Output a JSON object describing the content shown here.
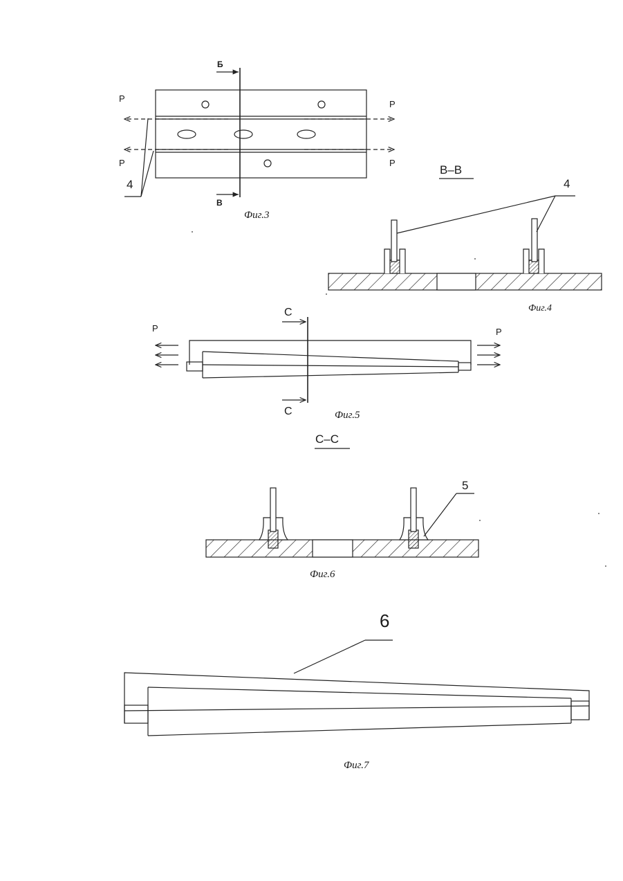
{
  "fig3": {
    "caption": "Фиг.3",
    "cut_top": "Б",
    "cut_bottom": "В",
    "force_left_top": "P",
    "force_left_bottom": "P",
    "force_right_top": "P",
    "force_right_bottom": "P",
    "ref": "4"
  },
  "fig4": {
    "caption": "Фиг.4",
    "section": "В–В",
    "ref": "4"
  },
  "fig5": {
    "caption": "Фиг.5",
    "cut_top": "С",
    "cut_bottom": "С",
    "force_left": "P",
    "force_right": "P"
  },
  "fig6": {
    "caption": "Фиг.6",
    "section": "С–С",
    "ref": "5"
  },
  "fig7": {
    "caption": "Фиг.7",
    "ref": "6"
  }
}
